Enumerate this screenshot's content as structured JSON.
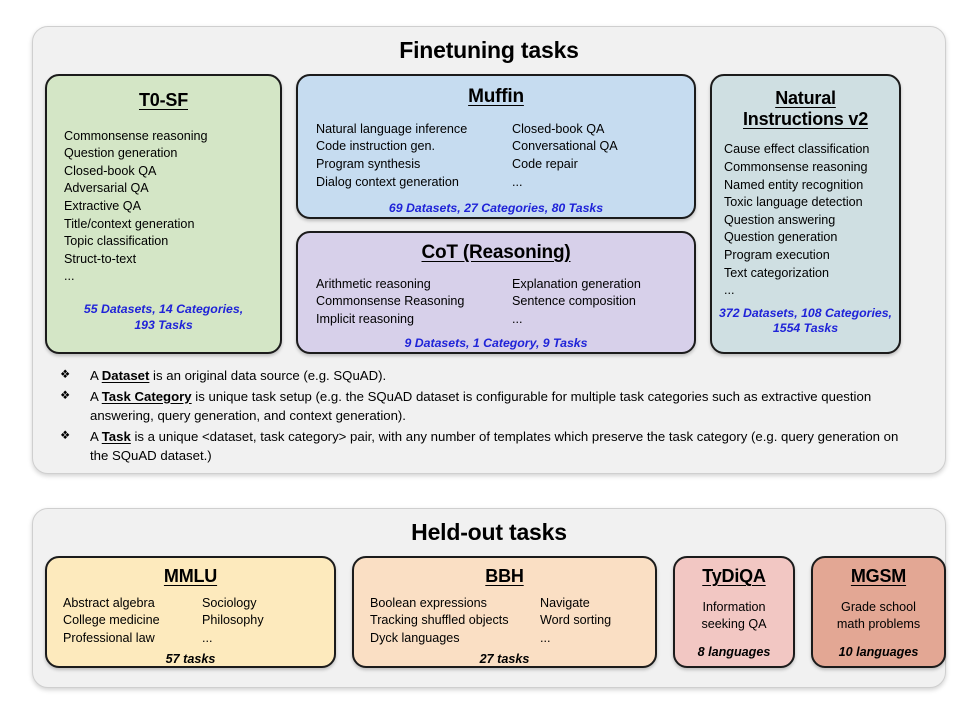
{
  "finetuning": {
    "title": "Finetuning tasks",
    "cards": [
      {
        "name": "t0-sf",
        "title": "T0-SF",
        "color": "#d4e6c6",
        "columns": [
          [
            "Commonsense reasoning",
            "Question generation",
            "Closed-book QA",
            "Adversarial QA",
            "Extractive QA",
            "Title/context generation",
            "Topic classification",
            "Struct-to-text",
            "..."
          ]
        ],
        "stat_line1": "55 Datasets, 14 Categories,",
        "stat_line2": "193 Tasks"
      },
      {
        "name": "muffin",
        "title": "Muffin",
        "color": "#c6dcf0",
        "columns": [
          [
            "Natural language inference",
            "Code instruction gen.",
            "Program synthesis",
            "Dialog context generation"
          ],
          [
            "Closed-book QA",
            "Conversational QA",
            "Code repair",
            "..."
          ]
        ],
        "stat_line1": "69 Datasets, 27 Categories, 80 Tasks",
        "stat_line2": ""
      },
      {
        "name": "cot-reasoning",
        "title": "CoT (Reasoning)",
        "color": "#d7d0ea",
        "columns": [
          [
            "Arithmetic reasoning",
            "Commonsense Reasoning",
            "Implicit reasoning"
          ],
          [
            "Explanation generation",
            "Sentence composition",
            "..."
          ]
        ],
        "stat_line1": "9 Datasets, 1 Category, 9 Tasks",
        "stat_line2": ""
      },
      {
        "name": "natural-instructions-v2",
        "title_line1": "Natural",
        "title_line2": "Instructions v2",
        "color": "#cfdfe2",
        "columns": [
          [
            "Cause effect classification",
            "Commonsense reasoning",
            "Named entity recognition",
            "Toxic language detection",
            "Question answering",
            "Question generation",
            "Program execution",
            "Text categorization",
            "..."
          ]
        ],
        "stat_line1": "372 Datasets, 108 Categories,",
        "stat_line2": "1554 Tasks"
      }
    ],
    "notes": [
      {
        "bullet": "❖",
        "segments": [
          {
            "text": "A ",
            "bold": false
          },
          {
            "text": "Dataset",
            "bold": true
          },
          {
            "text": " is an original data source (e.g. SQuAD).",
            "bold": false
          }
        ]
      },
      {
        "bullet": "❖",
        "segments": [
          {
            "text": "A ",
            "bold": false
          },
          {
            "text": "Task Category",
            "bold": true
          },
          {
            "text": " is unique task setup (e.g. the SQuAD dataset is configurable for multiple task categories such as extractive question answering, query generation, and context generation).",
            "bold": false
          }
        ]
      },
      {
        "bullet": "❖",
        "segments": [
          {
            "text": "A ",
            "bold": false
          },
          {
            "text": "Task",
            "bold": true
          },
          {
            "text": " is a unique <dataset, task category> pair, with any number of templates which preserve the task category (e.g. query generation on the SQuAD dataset.)",
            "bold": false
          }
        ]
      }
    ]
  },
  "heldout": {
    "title": "Held-out tasks",
    "cards": [
      {
        "name": "mmlu",
        "title": "MMLU",
        "color": "#fdeabd",
        "columns": [
          [
            "Abstract algebra",
            "College medicine",
            "Professional law"
          ],
          [
            "Sociology",
            "Philosophy",
            "..."
          ]
        ],
        "stat_line1": "57 tasks",
        "stat_line2": ""
      },
      {
        "name": "bbh",
        "title": "BBH",
        "color": "#fadfc4",
        "columns": [
          [
            "Boolean expressions",
            "Tracking shuffled objects",
            "Dyck languages"
          ],
          [
            "Navigate",
            "Word sorting",
            "..."
          ]
        ],
        "stat_line1": "27 tasks",
        "stat_line2": ""
      },
      {
        "name": "tydiqa",
        "title": "TyDiQA",
        "color": "#f2c7c3",
        "columns": [
          [
            "Information",
            "seeking QA"
          ]
        ],
        "stat_line1": "8 languages",
        "stat_line2": ""
      },
      {
        "name": "mgsm",
        "title": "MGSM",
        "color": "#e3a794",
        "columns": [
          [
            "Grade school",
            "math problems"
          ]
        ],
        "stat_line1": "10 languages",
        "stat_line2": ""
      }
    ]
  },
  "colors": {
    "panel_background": "#f1f1f1",
    "stat_accent": "#1f23d8",
    "card_border": "#1b1b1b",
    "page_background": "#ffffff"
  }
}
